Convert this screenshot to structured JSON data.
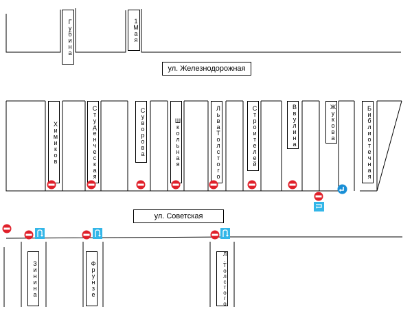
{
  "streets": {
    "main_top": "ул. Железнодорожная",
    "main_mid": "ул. Советская",
    "gubina": "Губина",
    "pervogo_maya": "1Мая",
    "khimikov": "Химиков",
    "studencheskaya": "Студенческая",
    "suvorova": "Суворова",
    "shkolnaya": "Школьная",
    "lva_tolstogo": "ЛьваТолстого",
    "stroiteley": "Строителей",
    "vvulina": "Ввулина",
    "zhukova": "Жукова",
    "bibliotechnaya": "Библиотечная",
    "zinina": "Зинина",
    "frunze": "Фрунзе",
    "l_tolstogo": "Л.Толстого"
  },
  "signs": {
    "no_entry": "no-entry-sign",
    "turn_left": "turn-left-sign",
    "u_turn": "u-turn-sign"
  },
  "colors": {
    "no_entry_red": "#e0202a",
    "sign_blue": "#1a8fd6",
    "u_turn_cyan": "#33b6e8",
    "road_line": "#000000"
  }
}
